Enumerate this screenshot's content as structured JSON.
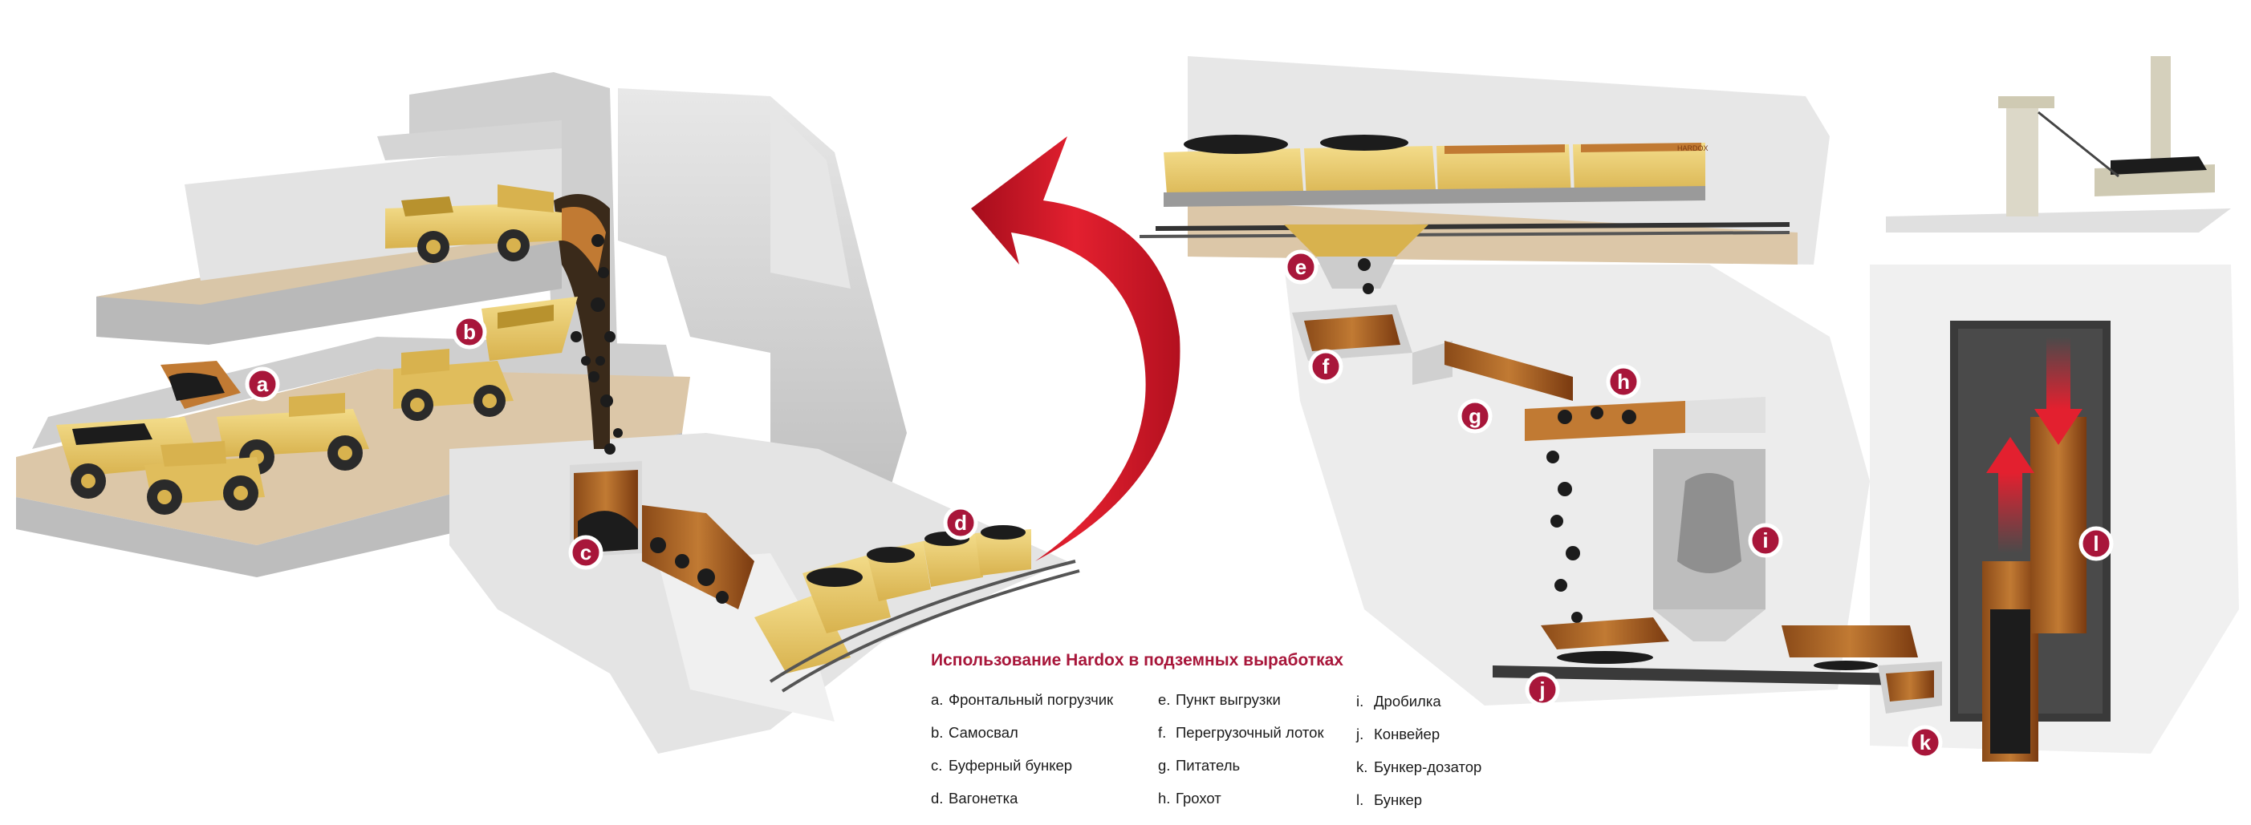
{
  "title": "Использование Hardox в подземных выработках",
  "markers": [
    "a",
    "b",
    "c",
    "d",
    "e",
    "f",
    "g",
    "h",
    "i",
    "j",
    "k",
    "l"
  ],
  "legend": [
    {
      "letter": "a.",
      "text": "Фронтальный погрузчик"
    },
    {
      "letter": "b.",
      "text": "Самосвал"
    },
    {
      "letter": "c.",
      "text": "Буферный бункер"
    },
    {
      "letter": "d.",
      "text": "Вагонетка"
    },
    {
      "letter": "e.",
      "text": "Пункт выгрузки"
    },
    {
      "letter": "f.",
      "text": "Перегрузочный лоток"
    },
    {
      "letter": "g.",
      "text": "Питатель"
    },
    {
      "letter": "h.",
      "text": "Грохот"
    },
    {
      "letter": "i.",
      "text": "Дробилка"
    },
    {
      "letter": "j.",
      "text": "Конвейер"
    },
    {
      "letter": "k.",
      "text": "Бункер-дозатор"
    },
    {
      "letter": "l.",
      "text": "Бункер"
    }
  ],
  "brand_label": "HARDOX",
  "colors": {
    "accent": "#a8163a",
    "arrow": "#d7142a",
    "rock": "#d2d2d2",
    "rock_dark": "#a8a8a8",
    "floor": "#dcc7a8",
    "steel_yellow": "#e8c96a",
    "liner": "#c17a33",
    "ore": "#1c1c1c"
  }
}
